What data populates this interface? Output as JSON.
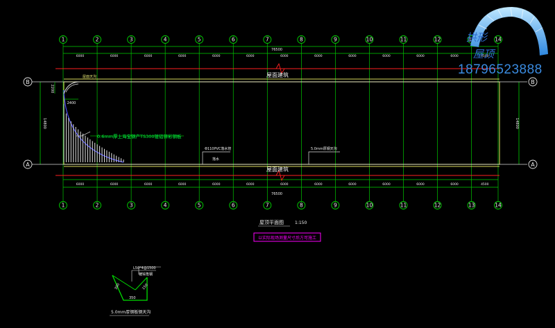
{
  "drawing": {
    "grid_labels_columns": [
      "1",
      "2",
      "3",
      "4",
      "5",
      "6",
      "7",
      "8",
      "9",
      "10",
      "11",
      "12",
      "13",
      "14"
    ],
    "grid_labels_rows": [
      "B",
      "A"
    ],
    "bay_dims": [
      "6000",
      "6000",
      "6000",
      "6000",
      "6000",
      "6000",
      "6000",
      "6000",
      "6000",
      "6000",
      "6000",
      "6000",
      "4500"
    ],
    "overall_dim": "76500",
    "side_dim": "14800",
    "side_dim_right": "14800",
    "small_dim_vertical": "2200",
    "small_dim_horizontal": "2400",
    "top_label": "屋面建筑",
    "bottom_label": "屋面建筑",
    "gutter_label": "屋面天沟",
    "green_note": "0.6mm厚上海宝钢产TS300镀铝锌彩钢板",
    "pipe_note": "Φ110PVC落水管",
    "pipe_sub": "落水",
    "gutter_note": "5.0mm厚钢天沟",
    "plan_title": "屋顶平面图",
    "plan_scale": "1:150",
    "magenta_note": "以实际现场测量尺寸后方可施工",
    "detail_label_top": "L50*4@1500",
    "detail_label_side": "镀锌角钢",
    "detail_dim_left": "300",
    "detail_dim_bottom": "350",
    "detail_dim_right": "150",
    "detail_caption": "5.0mm厚钢板钢天沟"
  },
  "brand": {
    "name_line1": "拱形",
    "name_line2": "屋顶",
    "phone": "18796523888"
  },
  "colors": {
    "grid_green": "#00e000",
    "grid_circle": "#e8e8e8",
    "wall_yellow": "#d8d85a",
    "dim_red": "#ff2020",
    "accent_cyan": "#00e0ff",
    "magenta": "#ff00ff",
    "white_text": "#f0f0f0",
    "brand_blue": "#3a8be0"
  }
}
